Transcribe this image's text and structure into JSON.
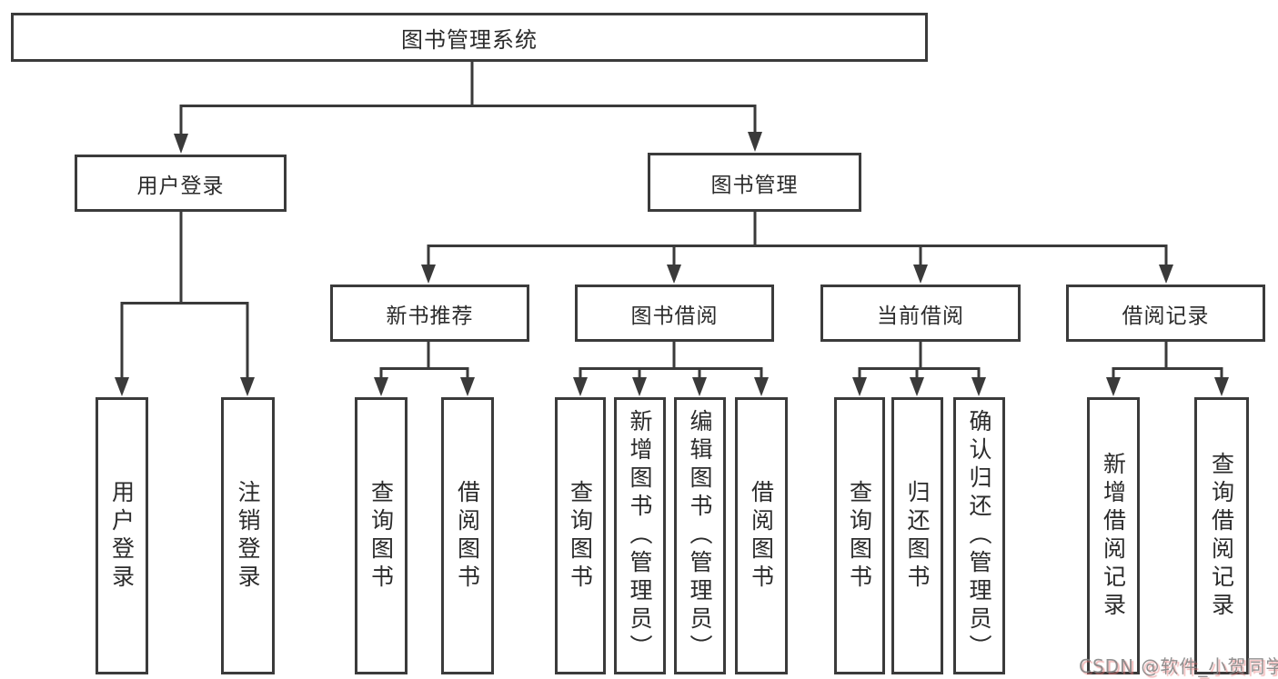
{
  "colors": {
    "line": "#3a3a3a",
    "box_border": "#3b3b3b",
    "text": "#2b2b2b",
    "watermark_text": "#828282",
    "watermark_shadow": "#e67878",
    "background": "#ffffff"
  },
  "root": {
    "label": "图书管理系统"
  },
  "level2": [
    {
      "label": "用户登录"
    },
    {
      "label": "图书管理"
    }
  ],
  "level3": [
    {
      "label": "新书推荐",
      "parent": "图书管理"
    },
    {
      "label": "图书借阅",
      "parent": "图书管理"
    },
    {
      "label": "当前借阅",
      "parent": "图书管理"
    },
    {
      "label": "借阅记录",
      "parent": "图书管理"
    }
  ],
  "leaves": [
    {
      "label": "用户登录",
      "parent": "用户登录"
    },
    {
      "label": "注销登录",
      "parent": "用户登录"
    },
    {
      "label": "查询图书",
      "parent": "新书推荐"
    },
    {
      "label": "借阅图书",
      "parent": "新书推荐"
    },
    {
      "label": "查询图书",
      "parent": "图书借阅"
    },
    {
      "label": "新增图书（管理员）",
      "parent": "图书借阅"
    },
    {
      "label": "编辑图书（管理员）",
      "parent": "图书借阅"
    },
    {
      "label": "借阅图书",
      "parent": "图书借阅"
    },
    {
      "label": "查询图书",
      "parent": "当前借阅"
    },
    {
      "label": "归还图书",
      "parent": "当前借阅"
    },
    {
      "label": "确认归还（管理员）",
      "parent": "当前借阅"
    },
    {
      "label": "新增借阅记录",
      "parent": "借阅记录"
    },
    {
      "label": "查询借阅记录",
      "parent": "借阅记录"
    }
  ],
  "watermark": {
    "text": "CSDN @软件_小贺同学"
  }
}
